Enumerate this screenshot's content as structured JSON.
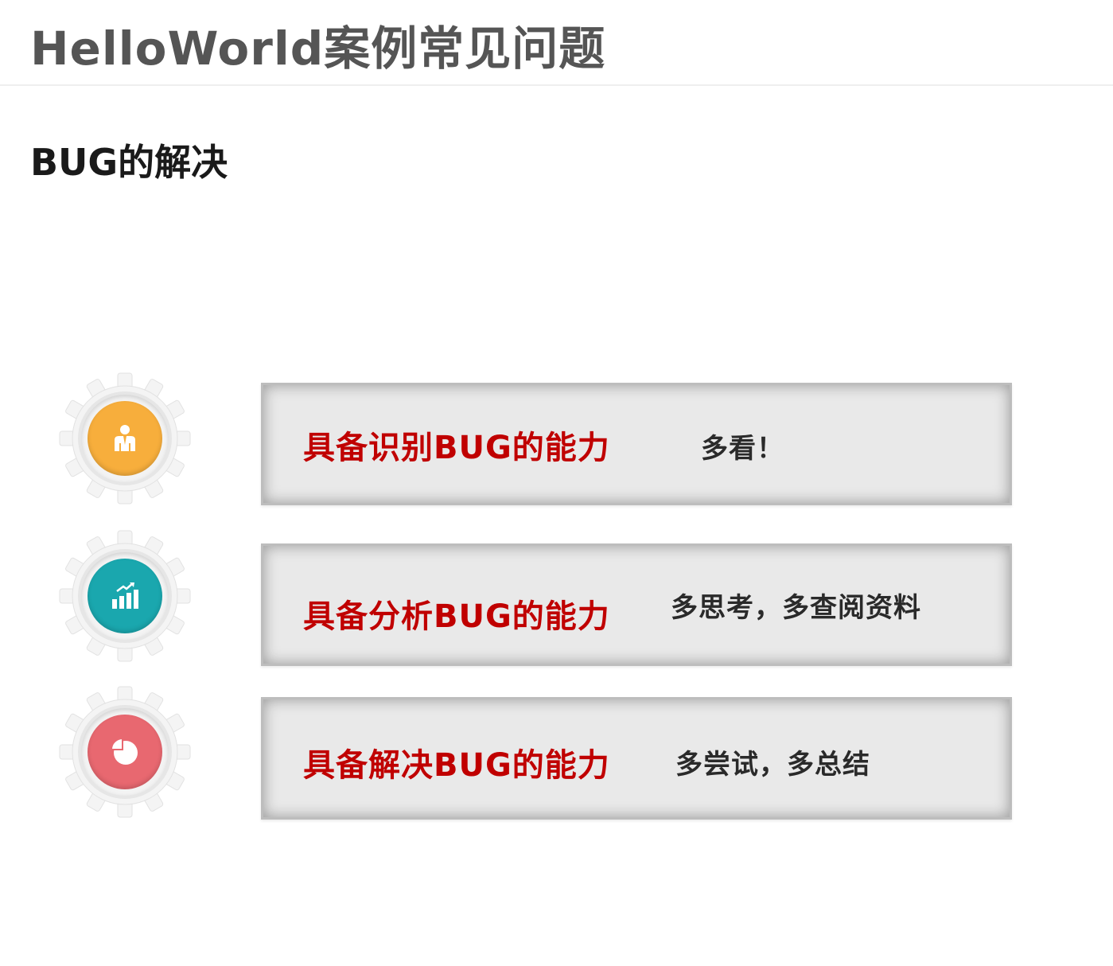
{
  "header": {
    "title": "HelloWorld案例常见问题"
  },
  "section": {
    "title": "BUG的解决"
  },
  "items": [
    {
      "label": "具备识别BUG的能力",
      "tip": "多看！",
      "icon": "person-icon",
      "color": "#f7ae3c"
    },
    {
      "label": "具备分析BUG的能力",
      "tip": "多思考，多查阅资料",
      "icon": "bar-chart-icon",
      "color": "#1aa7ae"
    },
    {
      "label": "具备解决BUG的能力",
      "tip": "多尝试，多总结",
      "icon": "pie-chart-icon",
      "color": "#e86870"
    }
  ]
}
